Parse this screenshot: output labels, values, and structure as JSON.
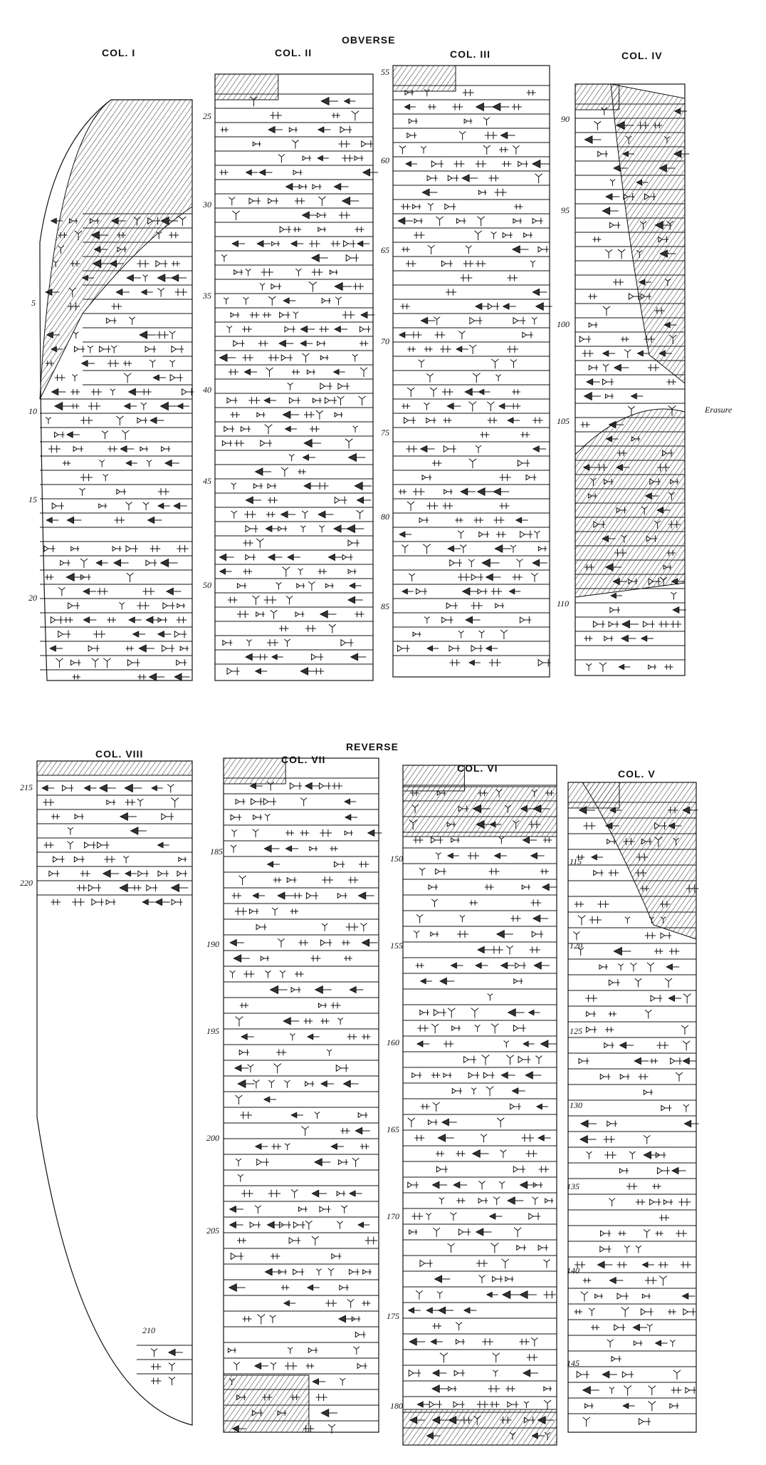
{
  "obverse": {
    "title": "OBVERSE",
    "columns": [
      {
        "id": "col-1",
        "label": "COL. I",
        "line_numbers": [
          "5",
          "10",
          "15",
          "20"
        ]
      },
      {
        "id": "col-2",
        "label": "COL. II",
        "line_numbers": [
          "25",
          "30",
          "35",
          "40",
          "45",
          "50"
        ]
      },
      {
        "id": "col-3",
        "label": "COL. III",
        "line_numbers": [
          "55",
          "60",
          "65",
          "70",
          "75",
          "80",
          "85"
        ]
      },
      {
        "id": "col-4",
        "label": "COL. IV",
        "line_numbers": [
          "90",
          "95",
          "100",
          "105",
          "110"
        ]
      }
    ],
    "note": "Erasure"
  },
  "reverse": {
    "title": "REVERSE",
    "columns": [
      {
        "id": "col-8",
        "label": "COL. VIII",
        "line_numbers": [
          "215",
          "220",
          "210"
        ]
      },
      {
        "id": "col-7",
        "label": "COL. VII",
        "line_numbers": [
          "185",
          "190",
          "195",
          "200",
          "205"
        ]
      },
      {
        "id": "col-6",
        "label": "COL. VI",
        "line_numbers": [
          "150",
          "155",
          "160",
          "165",
          "170",
          "175",
          "180"
        ]
      },
      {
        "id": "col-5",
        "label": "COL. V",
        "line_numbers": [
          "115",
          "120",
          "125",
          "130",
          "135",
          "140",
          "145"
        ]
      }
    ]
  },
  "colors": {
    "ink": "#111111",
    "paper": "#ffffff"
  }
}
